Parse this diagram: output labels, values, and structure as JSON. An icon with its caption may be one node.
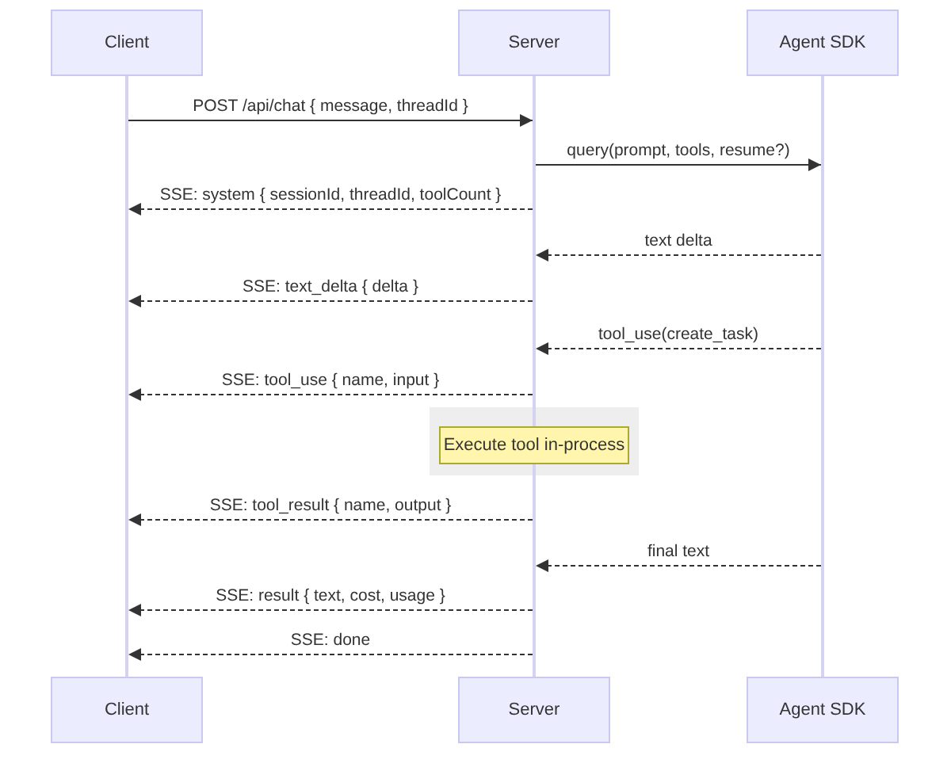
{
  "diagram": {
    "nodes": [
      {
        "text": [
          "Client"
        ]
      },
      {
        "text": [
          "Server"
        ]
      },
      {
        "text": [
          "Agent SDK"
        ]
      },
      {
        "text": [],
        "shape": "line"
      },
      {
        "text": [],
        "shape": "line"
      },
      {
        "text": [],
        "shape": "line"
      },
      {
        "text": [
          "Execute tool in-process"
        ]
      },
      {
        "text": [],
        "shape": "line"
      },
      {
        "text": [
          "Client"
        ]
      },
      {
        "text": [
          "Server"
        ]
      },
      {
        "text": [
          "Agent SDK"
        ]
      }
    ],
    "edges": [
      {
        "from": 3,
        "to": 4,
        "arrow": "to",
        "label": "POST /api/chat { message, threadId }"
      },
      {
        "from": 4,
        "to": 5,
        "arrow": "to",
        "label": "query(prompt, tools, resume?)"
      },
      {
        "from": 4,
        "to": 3,
        "arrow": "to",
        "label": "SSE: system { sessionId, threadId, toolCount }",
        "style": "dashed"
      },
      {
        "from": 5,
        "to": 4,
        "arrow": "to",
        "label": "text delta",
        "style": "dashed"
      },
      {
        "from": 4,
        "to": 3,
        "arrow": "to",
        "label": "SSE: text_delta { delta }",
        "style": "dashed"
      },
      {
        "from": 5,
        "to": 4,
        "arrow": "to",
        "label": "tool_use(create_task)",
        "style": "dashed"
      },
      {
        "from": 4,
        "to": 3,
        "arrow": "to",
        "label": "SSE: tool_use { name, input }",
        "style": "dashed"
      },
      {
        "from": 7,
        "to": 3,
        "arrow": "to",
        "label": "SSE: tool_result { name, output }",
        "style": "dashed"
      },
      {
        "from": 5,
        "to": 7,
        "arrow": "to",
        "label": "final text",
        "style": "dashed"
      },
      {
        "from": 7,
        "to": 3,
        "arrow": "to",
        "label": "SSE: result { text, cost, usage }",
        "style": "dashed"
      },
      {
        "from": 7,
        "to": 3,
        "arrow": "to",
        "label": "SSE: done",
        "style": "dashed"
      }
    ]
  }
}
